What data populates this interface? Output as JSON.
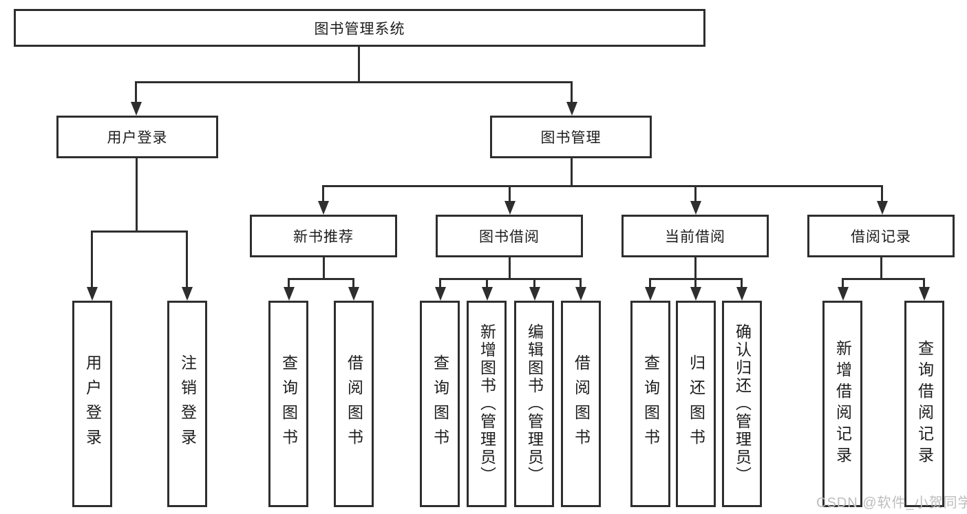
{
  "colors": {
    "line": "#2e2e2e",
    "text": "#1d1d1d",
    "background": "#ffffff",
    "watermark": "#bdbdbd"
  },
  "tree": {
    "label": "图书管理系统",
    "children": [
      {
        "label": "用户登录",
        "children": [
          {
            "label": "用户登录"
          },
          {
            "label": "注销登录"
          }
        ]
      },
      {
        "label": "图书管理",
        "children": [
          {
            "label": "新书推荐",
            "children": [
              {
                "label": "查询图书"
              },
              {
                "label": "借阅图书"
              }
            ]
          },
          {
            "label": "图书借阅",
            "children": [
              {
                "label": "查询图书"
              },
              {
                "label": "新增图书（管理员）"
              },
              {
                "label": "编辑图书（管理员）"
              },
              {
                "label": "借阅图书"
              }
            ]
          },
          {
            "label": "当前借阅",
            "children": [
              {
                "label": "查询图书"
              },
              {
                "label": "归还图书"
              },
              {
                "label": "确认归还（管理员）"
              }
            ]
          },
          {
            "label": "借阅记录",
            "children": [
              {
                "label": "新增借阅记录"
              },
              {
                "label": "查询借阅记录"
              }
            ]
          }
        ]
      }
    ]
  },
  "watermark": {
    "text": "CSDN @软件_小贺同学"
  }
}
